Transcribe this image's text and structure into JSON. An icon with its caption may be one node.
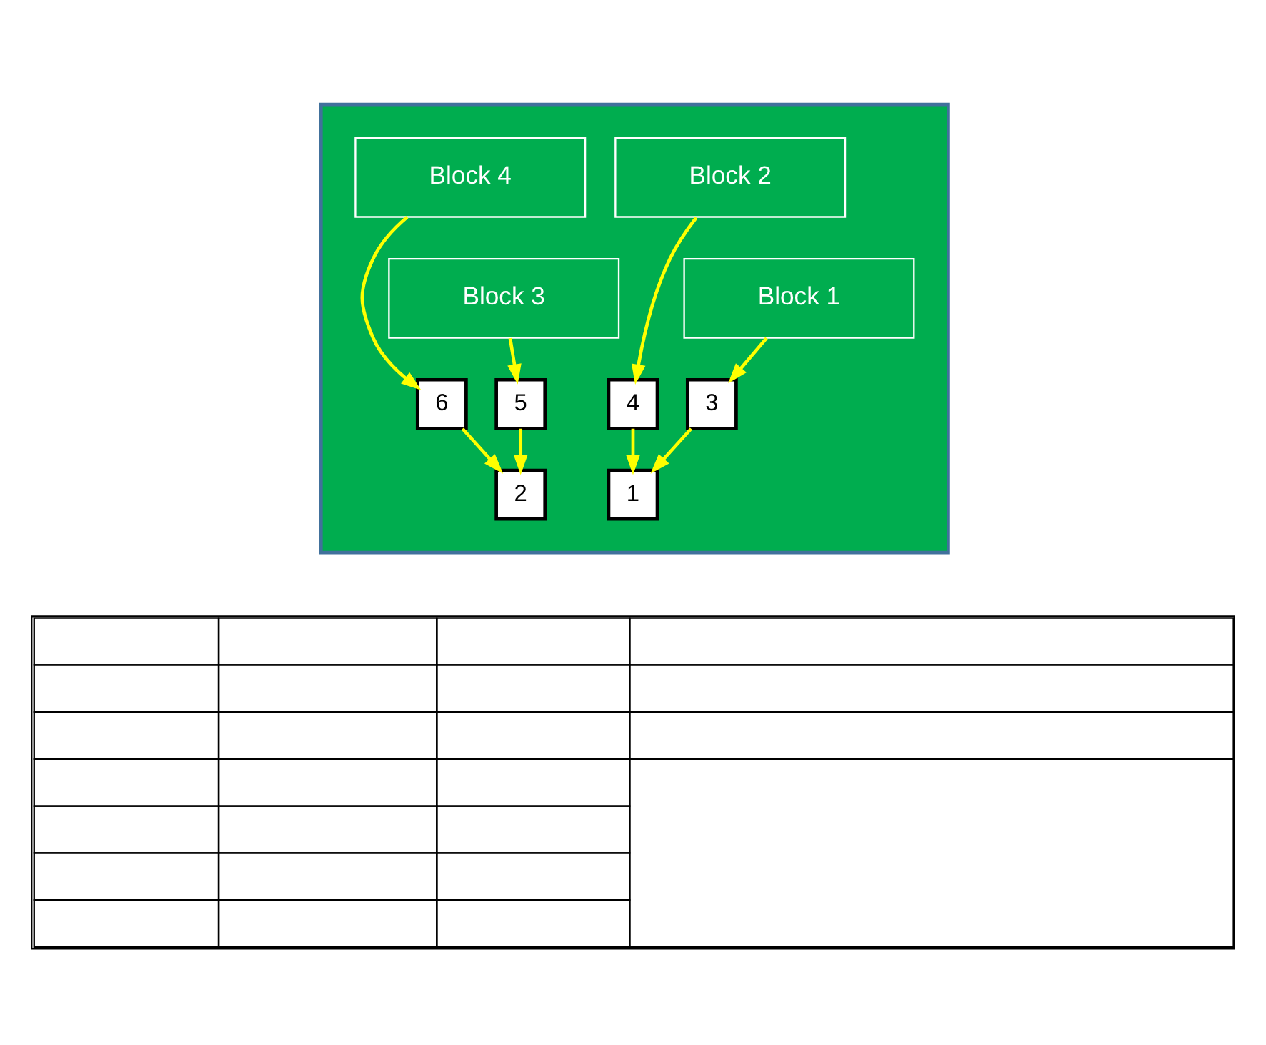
{
  "diagram": {
    "nodes": [
      {
        "text": [],
        "shape": "box"
      },
      {
        "text": [
          "Block 4"
        ],
        "in": 0
      },
      {
        "text": [
          "Block 2"
        ],
        "in": 0
      },
      {
        "text": [
          "Block 3"
        ],
        "in": 0
      },
      {
        "text": [
          "Block 1"
        ],
        "in": 0
      },
      {
        "text": [
          "6"
        ],
        "in": 0
      },
      {
        "text": [
          "5"
        ],
        "in": 0
      },
      {
        "text": [
          "4"
        ],
        "in": 0
      },
      {
        "text": [
          "3"
        ],
        "in": 0
      },
      {
        "text": [
          "2"
        ],
        "in": 0
      },
      {
        "text": [
          "1"
        ],
        "in": 0
      },
      {
        "text": [],
        "shape": "table"
      }
    ],
    "edges": [
      {
        "from": 1,
        "to": 5,
        "arrow": "to"
      },
      {
        "from": 3,
        "to": 6,
        "arrow": "to"
      },
      {
        "from": 2,
        "to": 7,
        "arrow": "to"
      },
      {
        "from": 4,
        "to": 8,
        "arrow": "to"
      },
      {
        "from": 5,
        "to": 9,
        "arrow": "to"
      },
      {
        "from": 6,
        "to": 9,
        "arrow": "to"
      },
      {
        "from": 7,
        "to": 10,
        "arrow": "to"
      },
      {
        "from": 8,
        "to": 10,
        "arrow": "to"
      }
    ]
  }
}
